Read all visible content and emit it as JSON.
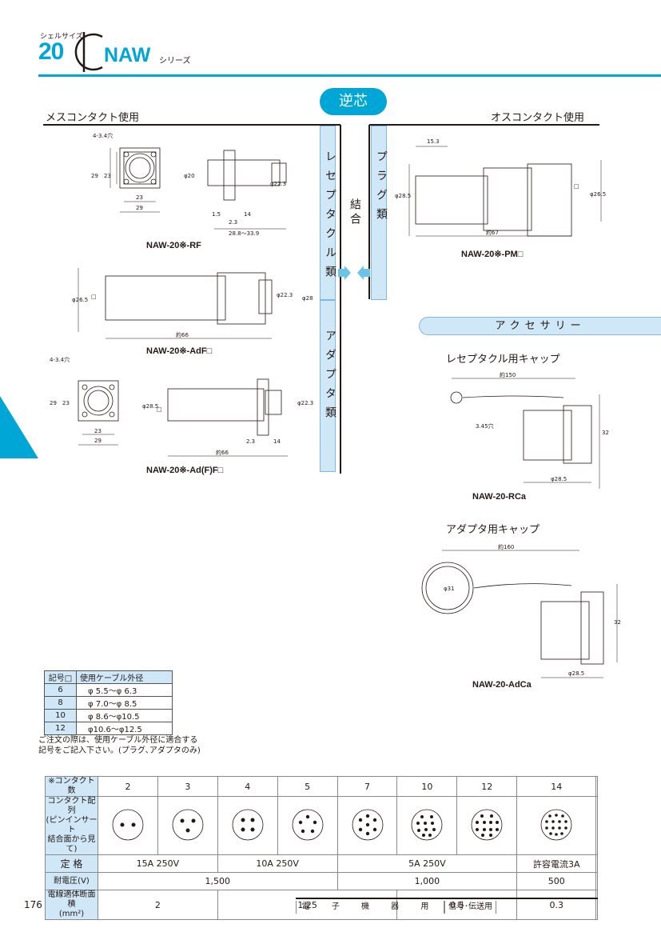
{
  "header": {
    "shell_label": "シェルサイズ",
    "shell_size": "20",
    "series_name": "NAW",
    "series_suffix": "シリーズ"
  },
  "badge": "逆芯",
  "female_title": "メスコンタクト使用",
  "male_title": "オスコンタクト使用",
  "center": {
    "receptacle": "レセプタクル類",
    "plug": "プラグ類",
    "adapter": "アダプタ類",
    "coupling": "結合"
  },
  "drawings": {
    "rf": {
      "label": "NAW-20※-RF",
      "dims": [
        "4-3.4穴",
        "29",
        "23",
        "23",
        "29",
        "φ20",
        "φ22.3",
        "1.5",
        "2.3",
        "14",
        "28.8～33.9"
      ]
    },
    "adf": {
      "label": "NAW-20※-AdF□",
      "dims": [
        "φ26.5",
        "□",
        "φ22.3",
        "φ28",
        "約66"
      ]
    },
    "adff": {
      "label": "NAW-20※-Ad(F)F□",
      "dims": [
        "4-3.4穴",
        "29",
        "23",
        "23",
        "29",
        "φ28.5",
        "φ22.3",
        "2.3",
        "14",
        "約66",
        "□"
      ]
    },
    "pm": {
      "label": "NAW-20※-PM□",
      "dims": [
        "15.3",
        "φ28.5",
        "□",
        "φ26.5",
        "約67"
      ]
    },
    "rca": {
      "label": "NAW-20-RCa",
      "dims": [
        "約150",
        "3.45穴",
        "32",
        "φ28.5"
      ]
    },
    "adca": {
      "label": "NAW-20-AdCa",
      "dims": [
        "約160",
        "φ31",
        "32",
        "φ28.5"
      ]
    }
  },
  "accessory": {
    "title": "アクセサリー",
    "receptacle_cap": "レセプタクル用キャップ",
    "adapter_cap": "アダプタ用キャップ"
  },
  "cable_table": {
    "headers": [
      "記号□",
      "使用ケーブル外径"
    ],
    "rows": [
      [
        "6",
        "φ 5.5～φ 6.3"
      ],
      [
        "8",
        "φ 7.0～φ 8.5"
      ],
      [
        "10",
        "φ 8.6～φ10.5"
      ],
      [
        "12",
        "φ10.6～φ12.5"
      ]
    ]
  },
  "note": {
    "line1": "ご注文の際は、使用ケーブル外径に適合する",
    "line2": "記号をご記入下さい。(プラグ､アダプタのみ)"
  },
  "spec_table": {
    "contact_count_label": "※コンタクト数",
    "counts": [
      "2",
      "3",
      "4",
      "5",
      "7",
      "10",
      "12",
      "14"
    ],
    "layout_label": [
      "コンタクト配列",
      "(ピンインサート",
      "結合面から見て)"
    ],
    "rating_label": "定 格",
    "ratings": [
      "15A 250V",
      "10A 250V",
      "5A 250V",
      "許容電流3A"
    ],
    "voltage_label": "耐電圧(V)",
    "voltages": [
      "1,500",
      "1,000",
      "500"
    ],
    "area_label": "電線適体断面積",
    "area_unit": "(mm²)",
    "areas": [
      "2",
      "1.25",
      "0.5",
      "0.3"
    ]
  },
  "page_number": "176",
  "footer": {
    "category": "電 子 機 器 用",
    "subcategory": "信号･伝送用"
  }
}
